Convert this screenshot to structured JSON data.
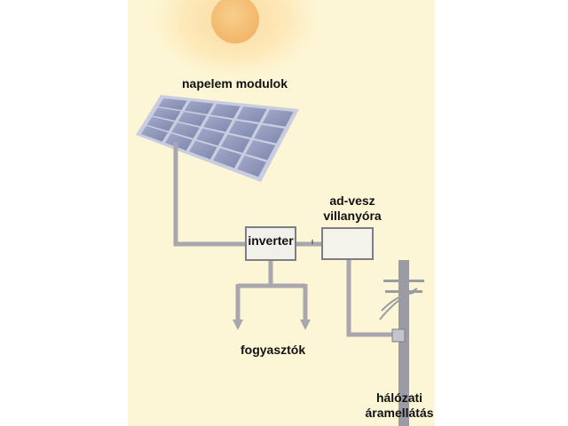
{
  "diagram": {
    "labels": {
      "solar_modules": "napelem modulok",
      "meter_line1": "ad-vesz",
      "meter_line2": "villanyóra",
      "inverter": "inverter",
      "consumers": "fogyasztók",
      "grid_line1": "hálózati",
      "grid_line2": "áramellátás"
    },
    "colors": {
      "background": "#fdf6d6",
      "sun_core": "#f5c27a",
      "sun_glow": "#fde7b4",
      "wire": "#a7a7ad",
      "panel_cell": "#8e95b8",
      "panel_frame": "#c9cde0",
      "box_fill": "#f2f0ea",
      "box_border": "#7d7d82",
      "pole": "#9b9ba3"
    }
  }
}
